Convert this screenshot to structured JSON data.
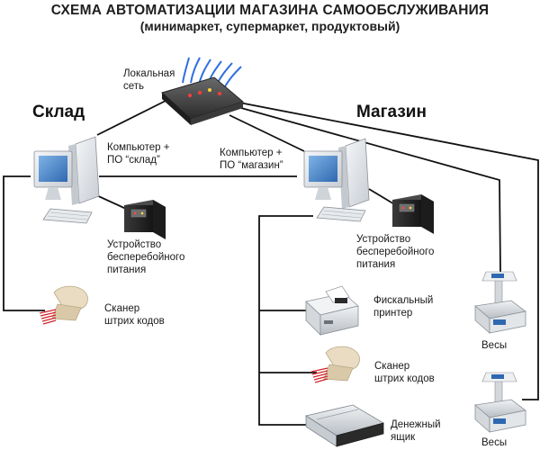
{
  "header": {
    "title": "СХЕМА АВТОМАТИЗАЦИИ МАГАЗИНА САМООБСЛУЖИВАНИЯ",
    "subtitle": "(минимаркет, супермаркет, продуктовый)"
  },
  "network": {
    "label_line1": "Локальная",
    "label_line2": "сеть"
  },
  "warehouse": {
    "title": "Склад",
    "computer_line1": "Компьютер +",
    "computer_line2": "ПО “склад”",
    "ups_line1": "Устройство",
    "ups_line2": "бесперебойного",
    "ups_line3": "питания",
    "scanner_line1": "Сканер",
    "scanner_line2": "штрих кодов"
  },
  "store": {
    "title": "Магазин",
    "computer_line1": "Компьютер +",
    "computer_line2": "ПО “магазин”",
    "ups_line1": "Устройство",
    "ups_line2": "бесперебойного",
    "ups_line3": "питания",
    "printer_line1": "Фискальный",
    "printer_line2": "принтер",
    "scanner_line1": "Сканер",
    "scanner_line2": "штрих кодов",
    "drawer_line1": "Денежный",
    "drawer_line2": "ящик",
    "scale1_label": "Весы",
    "scale2_label": "Весы"
  },
  "colors": {
    "line": "#111111",
    "monitor": "#dfe3e8",
    "screen": "#3f7fc4",
    "ups": "#2a2a2a",
    "network_cables": "#2f6fe0"
  }
}
